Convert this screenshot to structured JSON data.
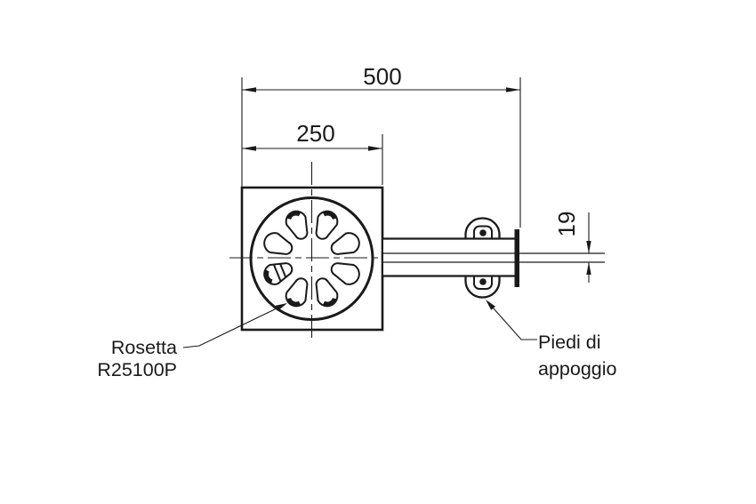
{
  "drawing": {
    "background": "#ffffff",
    "line_color": "#1a1a1a",
    "dimensions": {
      "overall_width": {
        "value": "500"
      },
      "plate_width": {
        "value": "250"
      },
      "rail_thickness": {
        "value": "19"
      }
    },
    "callouts": {
      "rosetta": {
        "line1": "Rosetta",
        "line2": "R25100P"
      },
      "feet": {
        "line1": "Piedi di",
        "line2": "appoggio"
      }
    },
    "rosette": {
      "slot_count": 8,
      "slot_angles_deg": [
        22.5,
        67.5,
        112.5,
        157.5,
        202.5,
        247.5,
        292.5,
        337.5
      ],
      "crescent_angles_deg": [
        67.5,
        112.5,
        157.5,
        247.5,
        292.5
      ],
      "chord_slot_angle_deg": 157.5
    }
  }
}
